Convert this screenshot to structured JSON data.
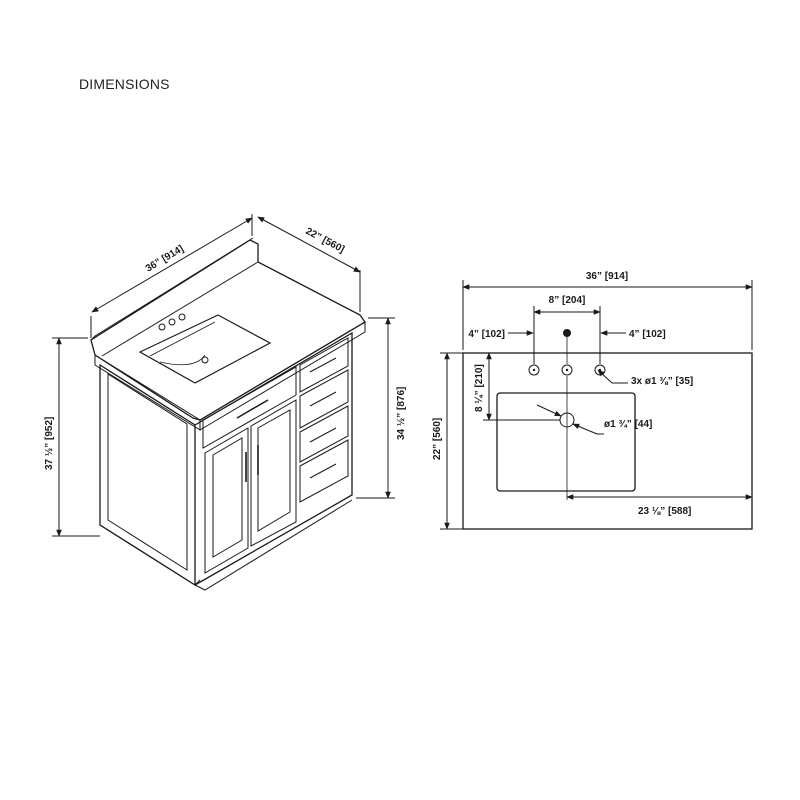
{
  "title": "DIMENSIONS",
  "vanity_view": {
    "width": "36” [914]",
    "depth": "22” [560]",
    "height_total": "37 ½” [952]",
    "height_counter": "34 ½” [876]"
  },
  "top_view": {
    "width": "36” [914]",
    "faucet_spread": "8” [204]",
    "left_offset": "4” [102]",
    "right_offset": "4” [102]",
    "depth": "22” [560]",
    "front_to_drain": "8 ¼” [210]",
    "faucet_holes": "3x ø1 ⅜” [35]",
    "drain": "ø1 ¾” [44]",
    "drain_offset": "23 ⅛” [588]"
  }
}
